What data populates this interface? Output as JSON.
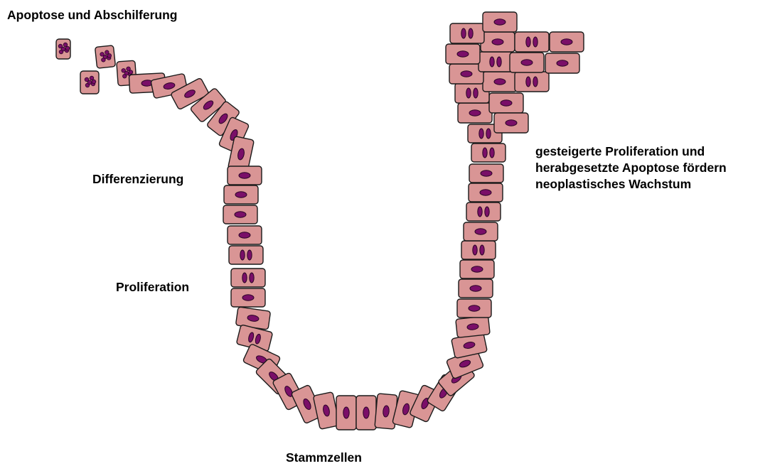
{
  "labels": {
    "apoptosis": "Apoptose und Abschilferung",
    "differentiation": "Differenzierung",
    "proliferation": "Proliferation",
    "stem_cells": "Stammzellen",
    "neoplastic": [
      "gesteigerte Proliferation und",
      "herabgesetzte Apoptose fördern",
      "neoplastisches Wachstum"
    ]
  },
  "colors": {
    "cell_fill": "#d99595",
    "cell_stroke": "#1a1a1a",
    "nucleus_fill": "#7a0f68",
    "nucleus_stroke": "#2a0525"
  }
}
